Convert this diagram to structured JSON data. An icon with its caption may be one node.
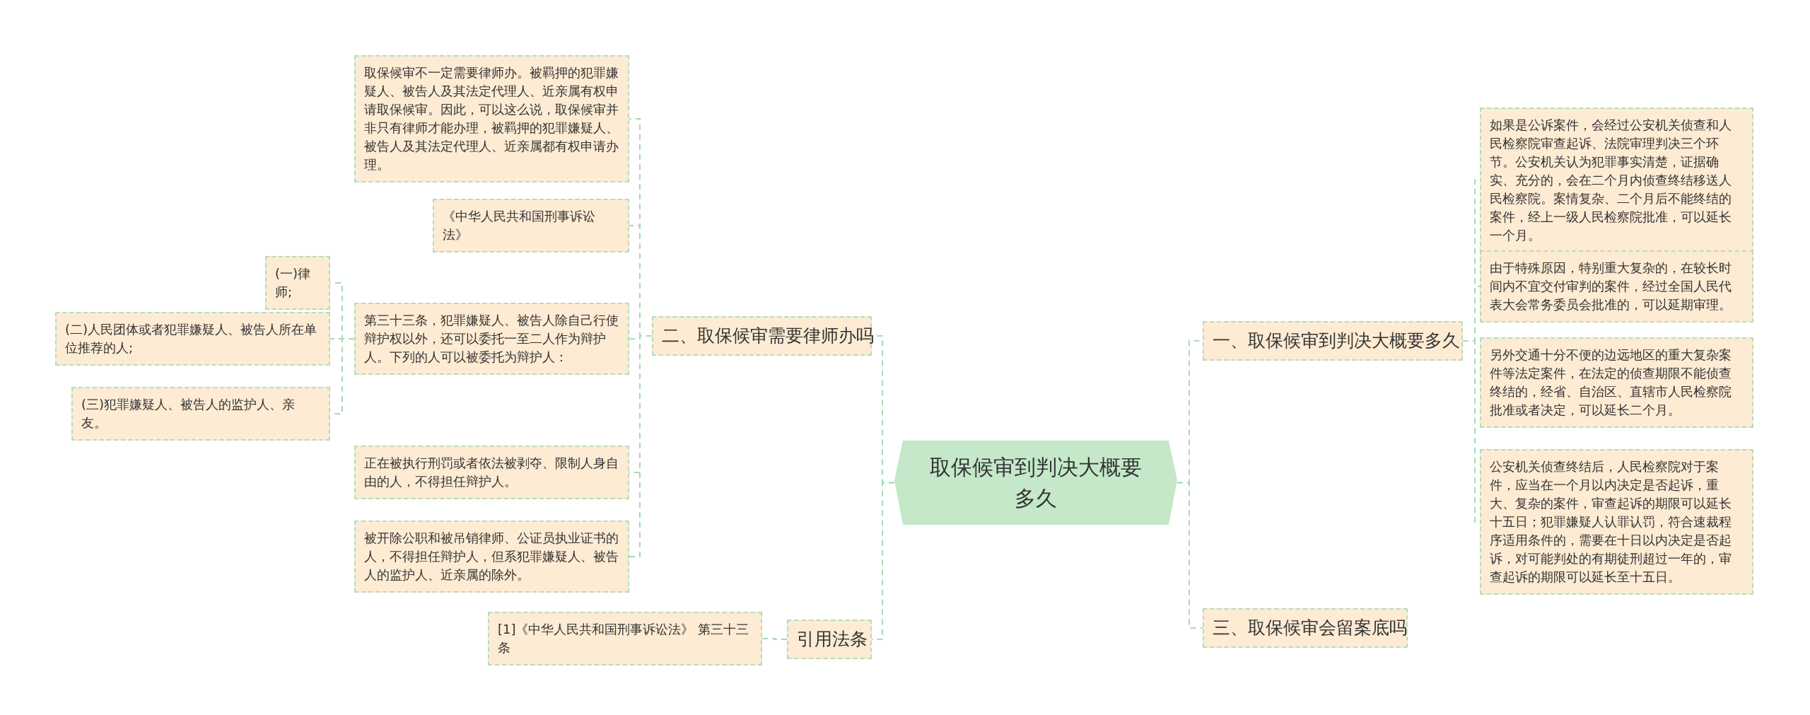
{
  "diagram": {
    "nodes": [
      {
        "text": [
          "取保候审到判决大概要多久"
        ]
      },
      {
        "text": [
          "二、取保候审需要律师办吗"
        ]
      },
      {
        "text": [
          "取保候审不一定需要律师办。被羁押的犯罪嫌疑人、被告人及其法定代理人、近亲属有权申请取保候审。因此，可以这么说，取保候审并非只有律师才能办理，被羁押的犯罪嫌疑人、被告人及其法定代理人、近亲属都有权申请办理。"
        ]
      },
      {
        "text": [
          "《中华人民共和国刑事诉讼法》"
        ]
      },
      {
        "text": [
          "第三十三条，犯罪嫌疑人、被告人除自己行使辩护权以外，还可以委托一至二人作为辩护人。下列的人可以被委托为辩护人："
        ]
      },
      {
        "text": [
          "(一)律师;"
        ]
      },
      {
        "text": [
          "(二)人民团体或者犯罪嫌疑人、被告人所在单位推荐的人;"
        ]
      },
      {
        "text": [
          "(三)犯罪嫌疑人、被告人的监护人、亲友。"
        ]
      },
      {
        "text": [
          "正在被执行刑罚或者依法被剥夺、限制人身自由的人，不得担任辩护人。"
        ]
      },
      {
        "text": [
          "被开除公职和被吊销律师、公证员执业证书的人，不得担任辩护人，但系犯罪嫌疑人、被告人的监护人、近亲属的除外。"
        ]
      },
      {
        "text": [
          "引用法条"
        ]
      },
      {
        "text": [
          "[1]《中华人民共和国刑事诉讼法》 第三十三条"
        ]
      },
      {
        "text": [
          "一、取保候审到判决大概要多久"
        ]
      },
      {
        "text": [
          "如果是公诉案件，会经过公安机关侦查和人民检察院审查起诉、法院审理判决三个环节。公安机关认为犯罪事实清楚，证据确实、充分的，会在二个月内侦查终结移送人民检察院。案情复杂、二个月后不能终结的案件，经上一级人民检察院批准，可以延长一个月。"
        ]
      },
      {
        "text": [
          "由于特殊原因，特别重大复杂的，在较长时间内不宜交付审判的案件，经过全国人民代表大会常务委员会批准的，可以延期审理。"
        ]
      },
      {
        "text": [
          "另外交通十分不便的边远地区的重大复杂案件等法定案件，在法定的侦查期限不能侦查终结的，经省、自治区、直辖市人民检察院批准或者决定，可以延长二个月。"
        ]
      },
      {
        "text": [
          "公安机关侦查终结后，人民检察院对于案件，应当在一个月以内决定是否起诉，重大、复杂的案件，审查起诉的期限可以延长十五日；犯罪嫌疑人认罪认罚，符合速裁程序适用条件的，需要在十日以内决定是否起诉，对可能判处的有期徒刑超过一年的，审查起诉的期限可以延长至十五日。"
        ]
      },
      {
        "text": [
          "三、取保候审会留案底吗"
        ]
      }
    ],
    "edges": [
      {
        "from": 0,
        "to": 1,
        "arrow": "none"
      },
      {
        "from": 0,
        "to": 10,
        "arrow": "none"
      },
      {
        "from": 0,
        "to": 12,
        "arrow": "none"
      },
      {
        "from": 0,
        "to": 17,
        "arrow": "none"
      },
      {
        "from": 1,
        "to": 2,
        "arrow": "none"
      },
      {
        "from": 1,
        "to": 3,
        "arrow": "none"
      },
      {
        "from": 1,
        "to": 4,
        "arrow": "none"
      },
      {
        "from": 1,
        "to": 8,
        "arrow": "none"
      },
      {
        "from": 1,
        "to": 9,
        "arrow": "none"
      },
      {
        "from": 4,
        "to": 5,
        "arrow": "none"
      },
      {
        "from": 4,
        "to": 6,
        "arrow": "none"
      },
      {
        "from": 4,
        "to": 7,
        "arrow": "none"
      },
      {
        "from": 10,
        "to": 11,
        "arrow": "none"
      },
      {
        "from": 12,
        "to": 13,
        "arrow": "none"
      },
      {
        "from": 12,
        "to": 14,
        "arrow": "none"
      },
      {
        "from": 12,
        "to": 15,
        "arrow": "none"
      },
      {
        "from": 12,
        "to": 16,
        "arrow": "none"
      }
    ]
  }
}
